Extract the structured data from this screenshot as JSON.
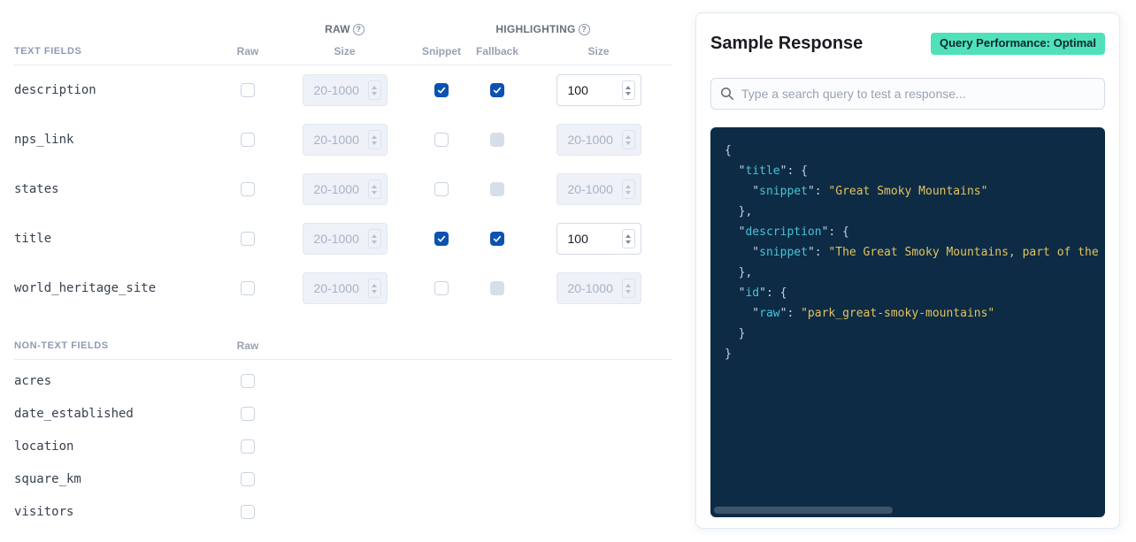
{
  "table": {
    "section_text_fields_label": "TEXT FIELDS",
    "section_non_text_fields_label": "NON-TEXT FIELDS",
    "group_raw_label": "RAW",
    "group_highlighting_label": "HIGHLIGHTING",
    "col_raw_label": "Raw",
    "col_raw_size_label": "Size",
    "col_snippet_label": "Snippet",
    "col_fallback_label": "Fallback",
    "col_highlight_size_label": "Size",
    "col_non_text_raw_label": "Raw",
    "size_placeholder": "20-1000",
    "text_fields": [
      {
        "name": "description",
        "raw_checked": false,
        "raw_size": "",
        "snippet_checked": true,
        "fallback_checked": true,
        "fallback_disabled": false,
        "highlight_size": "100",
        "highlight_size_disabled": false
      },
      {
        "name": "nps_link",
        "raw_checked": false,
        "raw_size": "",
        "snippet_checked": false,
        "fallback_checked": false,
        "fallback_disabled": true,
        "highlight_size": "",
        "highlight_size_disabled": true
      },
      {
        "name": "states",
        "raw_checked": false,
        "raw_size": "",
        "snippet_checked": false,
        "fallback_checked": false,
        "fallback_disabled": true,
        "highlight_size": "",
        "highlight_size_disabled": true
      },
      {
        "name": "title",
        "raw_checked": false,
        "raw_size": "",
        "snippet_checked": true,
        "fallback_checked": true,
        "fallback_disabled": false,
        "highlight_size": "100",
        "highlight_size_disabled": false
      },
      {
        "name": "world_heritage_site",
        "raw_checked": false,
        "raw_size": "",
        "snippet_checked": false,
        "fallback_checked": false,
        "fallback_disabled": true,
        "highlight_size": "",
        "highlight_size_disabled": true
      }
    ],
    "non_text_fields": [
      {
        "name": "acres",
        "raw_checked": false
      },
      {
        "name": "date_established",
        "raw_checked": false
      },
      {
        "name": "location",
        "raw_checked": false
      },
      {
        "name": "square_km",
        "raw_checked": false
      },
      {
        "name": "visitors",
        "raw_checked": false
      }
    ]
  },
  "panel": {
    "title": "Sample Response",
    "badge_label": "Query Performance: Optimal",
    "badge_color": "#4FE1B9",
    "search_placeholder": "Type a search query to test a response...",
    "code_colors": {
      "background": "#0D2B45",
      "key": "#49C3D6",
      "string": "#E3C25E",
      "punctuation": "#C5D1DE"
    },
    "code_lines": [
      [
        {
          "c": "p",
          "v": "{"
        }
      ],
      [
        {
          "c": "p",
          "v": "  \""
        },
        {
          "c": "k",
          "v": "title"
        },
        {
          "c": "p",
          "v": "\": {"
        }
      ],
      [
        {
          "c": "p",
          "v": "    \""
        },
        {
          "c": "k",
          "v": "snippet"
        },
        {
          "c": "p",
          "v": "\": "
        },
        {
          "c": "s",
          "v": "\"Great Smoky Mountains\""
        }
      ],
      [
        {
          "c": "p",
          "v": "  },"
        }
      ],
      [
        {
          "c": "p",
          "v": "  \""
        },
        {
          "c": "k",
          "v": "description"
        },
        {
          "c": "p",
          "v": "\": {"
        }
      ],
      [
        {
          "c": "p",
          "v": "    \""
        },
        {
          "c": "k",
          "v": "snippet"
        },
        {
          "c": "p",
          "v": "\": "
        },
        {
          "c": "s",
          "v": "\"The Great Smoky Mountains, part of the Appalachi"
        }
      ],
      [
        {
          "c": "p",
          "v": "  },"
        }
      ],
      [
        {
          "c": "p",
          "v": "  \""
        },
        {
          "c": "k",
          "v": "id"
        },
        {
          "c": "p",
          "v": "\": {"
        }
      ],
      [
        {
          "c": "p",
          "v": "    \""
        },
        {
          "c": "k",
          "v": "raw"
        },
        {
          "c": "p",
          "v": "\": "
        },
        {
          "c": "s",
          "v": "\"park_great-smoky-mountains\""
        }
      ],
      [
        {
          "c": "p",
          "v": "  }"
        }
      ],
      [
        {
          "c": "p",
          "v": "}"
        }
      ]
    ]
  },
  "icons": {
    "help_glyph": "?"
  },
  "colors": {
    "checkbox_checked": "#0B52B2",
    "checkbox_disabled": "#D6DEE9",
    "divider": "#E7ECF3"
  }
}
